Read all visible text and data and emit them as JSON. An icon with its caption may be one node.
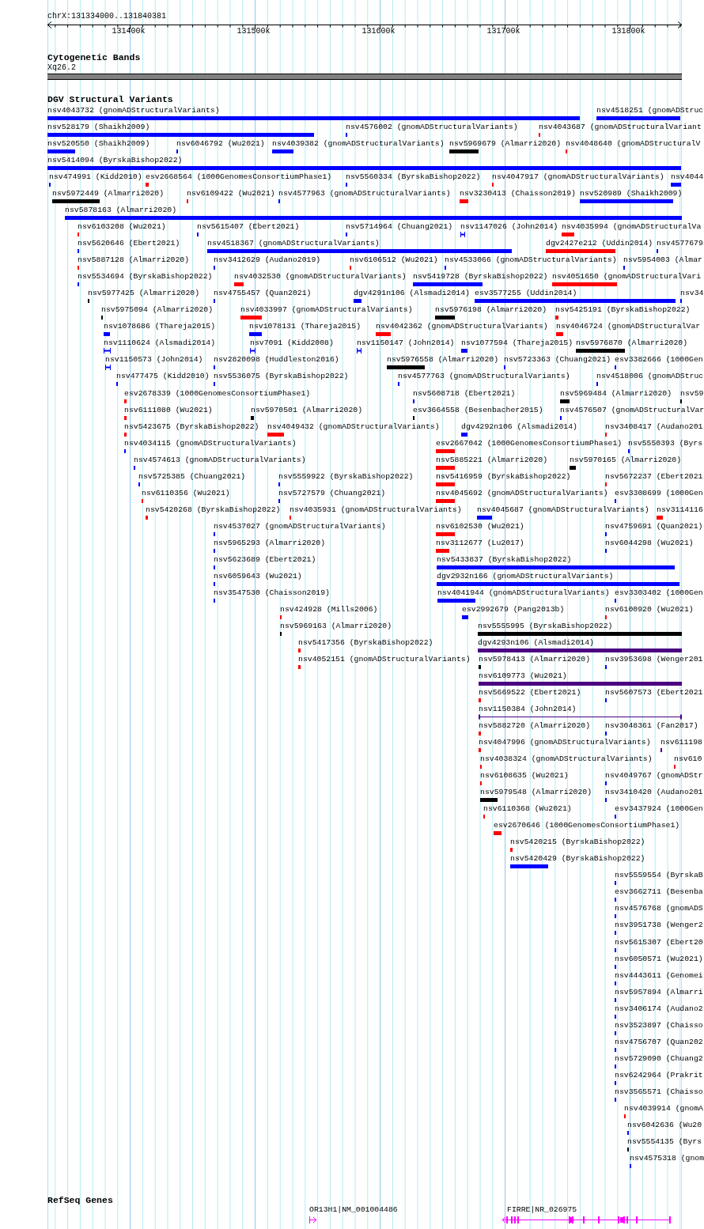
{
  "diagram": {
    "nodes": [
      {
        "text": [
          "Xq26.2"
        ]
      },
      {
        "text": [
          "nsv4043732 (gnomADStructuralVariants)"
        ]
      },
      {
        "text": [
          "nsv4518251 (gnomADStruc"
        ]
      },
      {
        "text": [
          "nsv528179 (Shaikh2009)"
        ]
      },
      {
        "text": [
          "nsv4576002 (gnomADStructuralVariants)"
        ]
      },
      {
        "text": [
          "nsv4043687 (gnomADStructuralVariant"
        ]
      },
      {
        "text": [
          "nsv520550 (Shaikh2009)"
        ]
      },
      {
        "text": [
          "nsv6046792 (Wu2021)"
        ]
      },
      {
        "text": [
          "nsv4039382 (gnomADStructuralVariants)"
        ]
      },
      {
        "text": [
          "nsv5969679 (Almarri2020)"
        ]
      },
      {
        "text": [
          "nsv4048640 (gnomADStructuralV"
        ]
      },
      {
        "text": [
          "nsv5414094 (ByrskaBishop2022)"
        ]
      },
      {
        "text": [
          "nsv474991 (Kidd2010)"
        ]
      },
      {
        "text": [
          "esv2668564 (1000GenomesConsortiumPhase1)"
        ]
      },
      {
        "text": [
          "nsv5560334 (ByrskaBishop2022)"
        ]
      },
      {
        "text": [
          "nsv4047917 (gnomADStructuralVariants)"
        ]
      },
      {
        "text": [
          "nsv4044"
        ]
      },
      {
        "text": [
          "nsv5972449 (Almarri2020)"
        ]
      },
      {
        "text": [
          "nsv6109422 (Wu2021)"
        ]
      },
      {
        "text": [
          "nsv4577963 (gnomADStructuralVariants)"
        ]
      },
      {
        "text": [
          "nsv3230413 (Chaisson2019)"
        ]
      },
      {
        "text": [
          "nsv520989 (Shaikh2009)"
        ]
      },
      {
        "text": [
          "nsv5878163 (Almarri2020)"
        ]
      },
      {
        "text": [
          "nsv6103208 (Wu2021)"
        ]
      },
      {
        "text": [
          "nsv5615407 (Ebert2021)"
        ]
      },
      {
        "text": [
          "nsv5714964 (Chuang2021)"
        ]
      },
      {
        "text": [
          "nsv1147026 (John2014)"
        ]
      },
      {
        "text": [
          "nsv4035994 (gnomADStructuralVa"
        ]
      },
      {
        "text": [
          "nsv5620646 (Ebert2021)"
        ]
      },
      {
        "text": [
          "nsv4518367 (gnomADStructuralVariants)"
        ]
      },
      {
        "text": [
          "dgv2427e212 (Uddin2014)"
        ]
      },
      {
        "text": [
          "nsv4577679"
        ]
      },
      {
        "text": [
          "nsv5887128 (Almarri2020)"
        ]
      },
      {
        "text": [
          "nsv3412629 (Audano2019)"
        ]
      },
      {
        "text": [
          "nsv6106512 (Wu2021)"
        ]
      },
      {
        "text": [
          "nsv4533066 (gnomADStructuralVariants)"
        ]
      },
      {
        "text": [
          "nsv5954003 (Almar"
        ]
      },
      {
        "text": [
          "nsv5534694 (ByrskaBishop2022)"
        ]
      },
      {
        "text": [
          "nsv4032530 (gnomADStructuralVariants)"
        ]
      },
      {
        "text": [
          "nsv5419728 (ByrskaBishop2022)"
        ]
      },
      {
        "text": [
          "nsv4051650 (gnomADStructuralVari"
        ]
      },
      {
        "text": [
          "nsv5977425 (Almarri2020)"
        ]
      },
      {
        "text": [
          "nsv4755457 (Quan2021)"
        ]
      },
      {
        "text": [
          "dgv4291n106 (Alsmadi2014)"
        ]
      },
      {
        "text": [
          "esv3577255 (Uddin2014)"
        ]
      },
      {
        "text": [
          "nsv34"
        ]
      },
      {
        "text": [
          "nsv5975094 (Almarri2020)"
        ]
      },
      {
        "text": [
          "nsv4033997 (gnomADStructuralVariants)"
        ]
      },
      {
        "text": [
          "nsv5976198 (Almarri2020)"
        ]
      },
      {
        "text": [
          "nsv5425191 (ByrskaBishop2022)"
        ]
      },
      {
        "text": [
          "nsv1078686 (Thareja2015)"
        ]
      },
      {
        "text": [
          "nsv1078131 (Thareja2015)"
        ]
      },
      {
        "text": [
          "nsv4042362 (gnomADStructuralVariants)"
        ]
      },
      {
        "text": [
          "nsv4046724 (gnomADStructuralVar"
        ]
      },
      {
        "text": [
          "nsv1110624 (Alsmadi2014)"
        ]
      },
      {
        "text": [
          "nsv7091 (Kidd2008)"
        ]
      },
      {
        "text": [
          "nsv1150147 (John2014)"
        ]
      },
      {
        "text": [
          "nsv1077594 (Thareja2015)"
        ]
      },
      {
        "text": [
          "nsv5976870 (Almarri2020)"
        ]
      },
      {
        "text": [
          "nsv1150573 (John2014)"
        ]
      },
      {
        "text": [
          "nsv2820098 (Huddleston2016)"
        ]
      },
      {
        "text": [
          "nsv5976558 (Almarri2020)"
        ]
      },
      {
        "text": [
          "nsv5723363 (Chuang2021)"
        ]
      },
      {
        "text": [
          "esv3382666 (1000Gen"
        ]
      },
      {
        "text": [
          "nsv477475 (Kidd2010)"
        ]
      },
      {
        "text": [
          "nsv5536075 (ByrskaBishop2022)"
        ]
      },
      {
        "text": [
          "nsv4577763 (gnomADStructuralVariants)"
        ]
      },
      {
        "text": [
          "nsv4518006 (gnomADStruc"
        ]
      },
      {
        "text": [
          "esv2678339 (1000GenomesConsortiumPhase1)"
        ]
      },
      {
        "text": [
          "nsv5608718 (Ebert2021)"
        ]
      },
      {
        "text": [
          "nsv5969484 (Almarri2020)"
        ]
      },
      {
        "text": [
          "nsv59"
        ]
      },
      {
        "text": [
          "nsv6111080 (Wu2021)"
        ]
      },
      {
        "text": [
          "nsv5970501 (Almarri2020)"
        ]
      },
      {
        "text": [
          "esv3664558 (Besenbacher2015)"
        ]
      },
      {
        "text": [
          "nsv4576507 (gnomADStructuralVar"
        ]
      },
      {
        "text": [
          "nsv5423675 (ByrskaBishop2022)"
        ]
      },
      {
        "text": [
          "nsv4049432 (gnomADStructuralVariants)"
        ]
      },
      {
        "text": [
          "dgv4292n106 (Alsmadi2014)"
        ]
      },
      {
        "text": [
          "nsv3408417 (Audano201"
        ]
      },
      {
        "text": [
          "nsv4034115 (gnomADStructuralVariants)"
        ]
      },
      {
        "text": [
          "esv2667042 (1000GenomesConsortiumPhase1)"
        ]
      },
      {
        "text": [
          "nsv5550393 (Byrs"
        ]
      },
      {
        "text": [
          "nsv4574613 (gnomADStructuralVariants)"
        ]
      },
      {
        "text": [
          "nsv5885221 (Almarri2020)"
        ]
      },
      {
        "text": [
          "nsv5970165 (Almarri2020)"
        ]
      },
      {
        "text": [
          "nsv5725385 (Chuang2021)"
        ]
      },
      {
        "text": [
          "nsv5559922 (ByrskaBishop2022)"
        ]
      },
      {
        "text": [
          "nsv5416959 (ByrskaBishop2022)"
        ]
      },
      {
        "text": [
          "nsv5672237 (Ebert2021"
        ]
      },
      {
        "text": [
          "nsv6110356 (Wu2021)"
        ]
      },
      {
        "text": [
          "nsv5727579 (Chuang2021)"
        ]
      },
      {
        "text": [
          "nsv4045692 (gnomADStructuralVariants)"
        ]
      },
      {
        "text": [
          "esv3308699 (1000Gen"
        ]
      },
      {
        "text": [
          "nsv5420268 (ByrskaBishop2022)"
        ]
      },
      {
        "text": [
          "nsv4035931 (gnomADStructuralVariants)"
        ]
      },
      {
        "text": [
          "nsv4045687 (gnomADStructuralVariants)"
        ]
      },
      {
        "text": [
          "nsv3114116"
        ]
      },
      {
        "text": [
          "nsv4537027 (gnomADStructuralVariants)"
        ]
      },
      {
        "text": [
          "nsv6102530 (Wu2021)"
        ]
      },
      {
        "text": [
          "nsv4759691 (Quan2021)"
        ]
      },
      {
        "text": [
          "nsv5965293 (Almarri2020)"
        ]
      },
      {
        "text": [
          "nsv3112677 (Lu2017)"
        ]
      },
      {
        "text": [
          "nsv6044298 (Wu2021)"
        ]
      },
      {
        "text": [
          "nsv5623689 (Ebert2021)"
        ]
      },
      {
        "text": [
          "nsv5433837 (ByrskaBishop2022)"
        ]
      },
      {
        "text": [
          "nsv6059643 (Wu2021)"
        ]
      },
      {
        "text": [
          "dgv2932n166 (gnomADStructuralVariants)"
        ]
      },
      {
        "text": [
          "nsv3547530 (Chaisson2019)"
        ]
      },
      {
        "text": [
          "nsv4041944 (gnomADStructuralVariants)"
        ]
      },
      {
        "text": [
          "esv3303402 (1000Gen"
        ]
      },
      {
        "text": [
          "nsv424928 (Mills2006)"
        ]
      },
      {
        "text": [
          "esv2992679 (Pang2013b)"
        ]
      },
      {
        "text": [
          "nsv6100920 (Wu2021)"
        ]
      },
      {
        "text": [
          "nsv5969163 (Almarri2020)"
        ]
      },
      {
        "text": [
          "nsv5555995 (ByrskaBishop2022)"
        ]
      },
      {
        "text": [
          "nsv5417356 (ByrskaBishop2022)"
        ]
      },
      {
        "text": [
          "dgv4293n106 (Alsmadi2014)"
        ]
      },
      {
        "text": [
          "nsv4052151 (gnomADStructuralVariants)"
        ]
      },
      {
        "text": [
          "nsv5978413 (Almarri2020)"
        ]
      },
      {
        "text": [
          "nsv3953698 (Wenger201"
        ]
      },
      {
        "text": [
          "nsv6109773 (Wu2021)"
        ]
      },
      {
        "text": [
          "nsv5669522 (Ebert2021)"
        ]
      },
      {
        "text": [
          "nsv5607573 (Ebert2021"
        ]
      },
      {
        "text": [
          "nsv1150384 (John2014)"
        ]
      },
      {
        "text": [
          "nsv5882720 (Almarri2020)"
        ]
      },
      {
        "text": [
          "nsv3048361 (Fan2017)"
        ]
      },
      {
        "text": [
          "nsv4047996 (gnomADStructuralVariants)"
        ]
      },
      {
        "text": [
          "nsv611198"
        ]
      },
      {
        "text": [
          "nsv4038324 (gnomADStructuralVariants)"
        ]
      },
      {
        "text": [
          "nsv610"
        ]
      },
      {
        "text": [
          "nsv6108635 (Wu2021)"
        ]
      },
      {
        "text": [
          "nsv4049767 (gnomADStr"
        ]
      },
      {
        "text": [
          "nsv5979548 (Almarri2020)"
        ]
      },
      {
        "text": [
          "nsv3410420 (Audano201"
        ]
      },
      {
        "text": [
          "nsv6110368 (Wu2021)"
        ]
      },
      {
        "text": [
          "esv3437924 (1000Gen"
        ]
      },
      {
        "text": [
          "esv2670646 (1000GenomesConsortiumPhase1)"
        ]
      },
      {
        "text": [
          "nsv5420215 (ByrskaBishop2022)"
        ]
      },
      {
        "text": [
          "nsv5420429 (ByrskaBishop2022)"
        ]
      },
      {
        "text": [
          "nsv5559554 (ByrskaB"
        ]
      },
      {
        "text": [
          "esv3662711 (Besenba"
        ]
      },
      {
        "text": [
          "nsv4576768 (gnomADS"
        ]
      },
      {
        "text": [
          "nsv3951738 (Wenger2"
        ]
      },
      {
        "text": [
          "nsv5615307 (Ebert20"
        ]
      },
      {
        "text": [
          "nsv6050571 (Wu2021)"
        ]
      },
      {
        "text": [
          "nsv4443611 (Genomei"
        ]
      },
      {
        "text": [
          "nsv5957894 (Almarri"
        ]
      },
      {
        "text": [
          "nsv3406174 (Audano2"
        ]
      },
      {
        "text": [
          "nsv3523897 (Chaisso"
        ]
      },
      {
        "text": [
          "nsv4756707 (Quan202"
        ]
      },
      {
        "text": [
          "nsv5729090 (Chuang2"
        ]
      },
      {
        "text": [
          "nsv6242964 (Prakrit"
        ]
      },
      {
        "text": [
          "nsv3565571 (Chaisso"
        ]
      },
      {
        "text": [
          "nsv4039914 (gnomA"
        ]
      },
      {
        "text": [
          "nsv6042636 (Wu20"
        ]
      },
      {
        "text": [
          "nsv5554135 (Byrs"
        ]
      },
      {
        "text": [
          "nsv4575318 (gnom"
        ]
      },
      {
        "text": [
          "OR13H1|NM_001004486"
        ]
      },
      {
        "text": [
          "FIRRE|NR_026975"
        ]
      }
    ],
    "labels": [
      "chrX:131334000..131840381",
      "131400k",
      "131500k",
      "131600k",
      "131700k",
      "131800k",
      "Cytogenetic Bands",
      "DGV Structural Variants",
      "RefSeq Genes"
    ]
  }
}
